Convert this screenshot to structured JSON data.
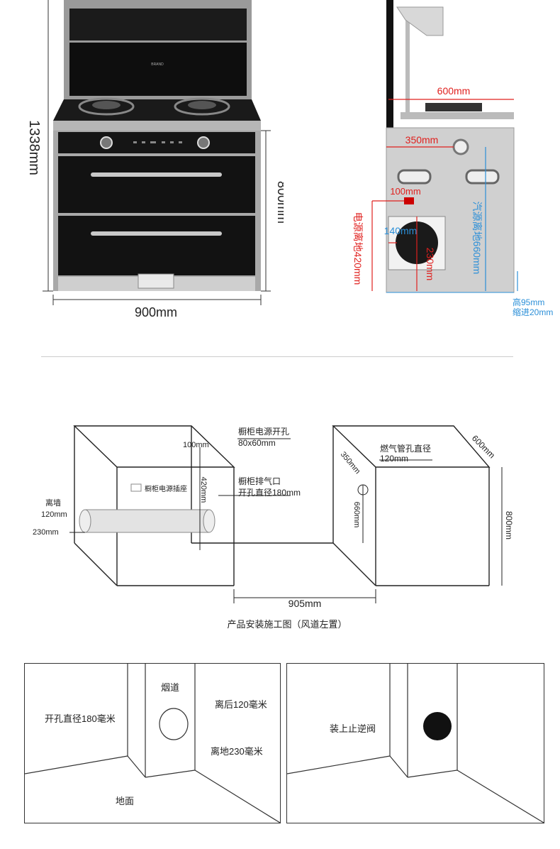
{
  "front_view": {
    "height_label": "1338mm",
    "cabinet_height_label": "800mm",
    "width_label": "900mm"
  },
  "side_view": {
    "depth_label": "600mm",
    "knob_offset_label": "350mm",
    "socket_offset_label": "100mm",
    "power_label": "电源离地420mm",
    "vent_width_label": "140mm",
    "vent_height_label": "230mm",
    "gas_label": "汽源离地660mm",
    "foot_height_label": "高95mm",
    "foot_inset_label": "缩进20mm"
  },
  "install_diagram": {
    "power_hole_title": "橱柜电源开孔",
    "power_hole_size": "80x60mm",
    "power_offset": "100mm",
    "power_height": "420mm",
    "socket_label": "橱柜电源插座",
    "exhaust_title": "橱柜排气口",
    "exhaust_size": "开孔直径180mm",
    "wall_label": "离墙",
    "wall_distance": "120mm",
    "duct_height": "230mm",
    "gas_title": "燃气管孔直径",
    "gas_size": "120mm",
    "gas_offset": "350mm",
    "gas_height": "660mm",
    "cabinet_depth": "600mm",
    "cabinet_height": "800mm",
    "width": "905mm",
    "caption": "产品安装施工图（风道左置）"
  },
  "bottom_left": {
    "flue_label": "烟道",
    "hole_label": "开孔直径180毫米",
    "back_label": "离后120毫米",
    "floor_offset_label": "离地230毫米",
    "ground_label": "地面"
  },
  "bottom_right": {
    "valve_label": "装上止逆阀"
  },
  "colors": {
    "red": "#e0201e",
    "blue": "#2b8fd8",
    "line": "#222222"
  }
}
